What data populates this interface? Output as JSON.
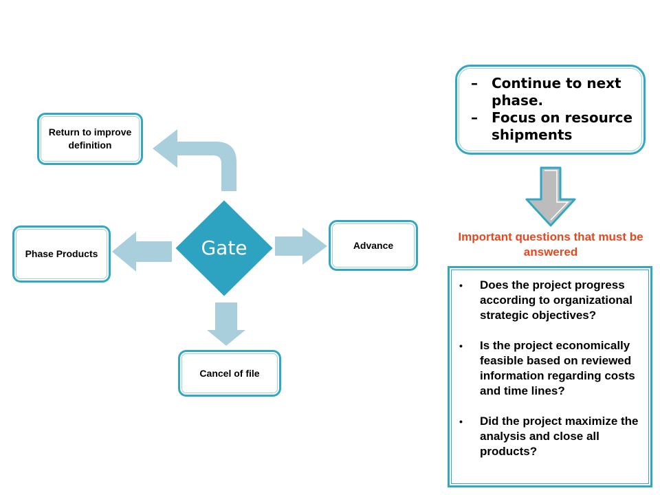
{
  "flow": {
    "gate_label": "Gate",
    "return_label": "Return to improve definition",
    "phase_label": "Phase Products",
    "advance_label": "Advance",
    "cancel_label": "Cancel of file"
  },
  "next_actions": [
    "Continue to next phase.",
    "Focus on resource shipments"
  ],
  "questions": {
    "title": "Important questions that must be answered",
    "items": [
      "Does the project progress according to organizational strategic objectives?",
      "Is the project economically feasible based on reviewed information regarding costs and time lines?",
      "Did the project maximize the analysis and close all products?"
    ]
  },
  "colors": {
    "gate_fill": "#2ea3c1",
    "arrow_fill": "#a9cfdd",
    "box_border": "#31a7c4",
    "title_color": "#e8471d"
  }
}
